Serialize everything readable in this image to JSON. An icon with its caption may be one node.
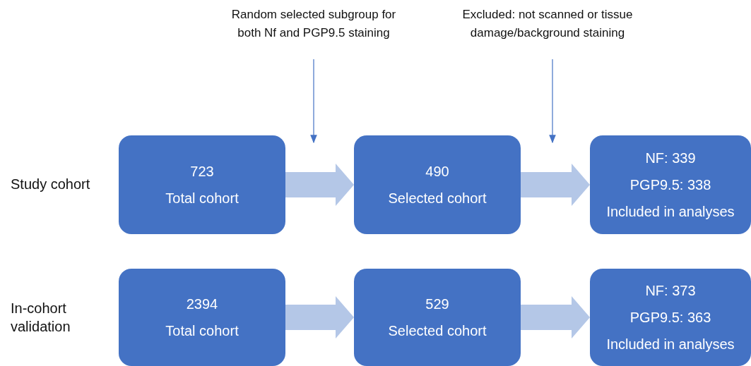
{
  "diagram": {
    "nodes": [
      {
        "text": [
          "Random selected subgroup for both Nf and PGP9.5 staining"
        ]
      },
      {
        "text": [
          "Excluded: not scanned or tissue damage/background staining"
        ]
      },
      {
        "text": [
          "723",
          "Total cohort"
        ]
      },
      {
        "text": [
          "490",
          "Selected cohort"
        ]
      },
      {
        "text": [
          "NF: 339",
          "PGP9.5: 338",
          "Included in analyses"
        ]
      },
      {
        "text": [
          "2394",
          "Total cohort"
        ]
      },
      {
        "text": [
          "529",
          "Selected cohort"
        ]
      },
      {
        "text": [
          "NF: 373",
          "PGP9.5: 363",
          "Included in analyses"
        ]
      }
    ],
    "edges": [
      {
        "from": 0,
        "to": null,
        "arrow": "to",
        "color": "#4472c4"
      },
      {
        "from": 1,
        "to": null,
        "arrow": "to",
        "color": "#4472c4"
      },
      {
        "from": 2,
        "to": 3,
        "arrow": "to"
      },
      {
        "from": 3,
        "to": 4,
        "arrow": "to"
      },
      {
        "from": 5,
        "to": 6,
        "arrow": "to"
      },
      {
        "from": 6,
        "to": 7,
        "arrow": "to"
      }
    ],
    "labels": [
      "Study cohort",
      "In-cohort validation"
    ]
  }
}
